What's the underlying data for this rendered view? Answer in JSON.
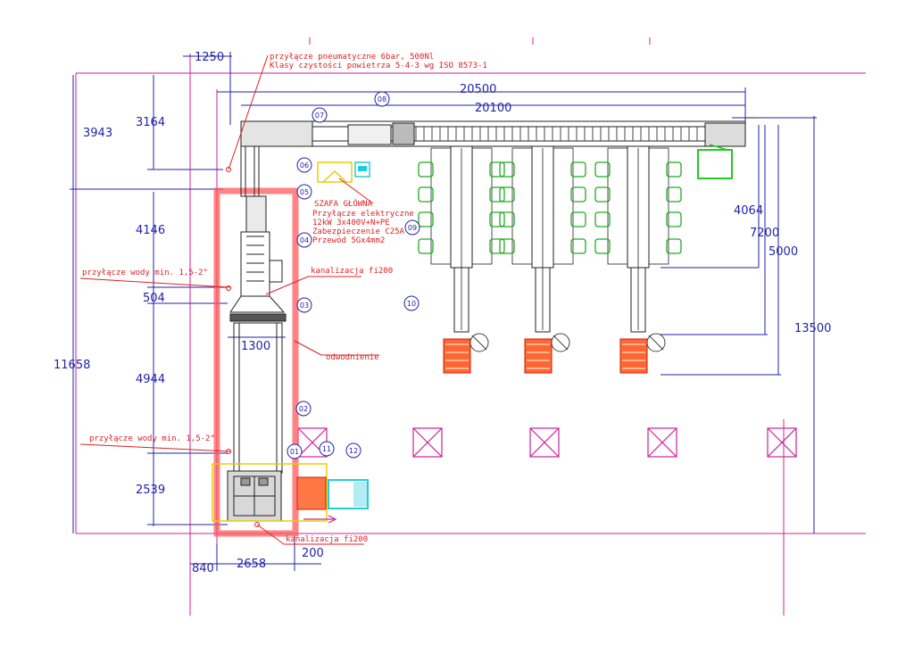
{
  "dimensions": {
    "d1250": "1250",
    "d20500": "20500",
    "d20100": "20100",
    "d3943": "3943",
    "d3164": "3164",
    "d4146": "4146",
    "d504": "504",
    "d11658": "11658",
    "d4944": "4944",
    "d2539": "2539",
    "d1300": "1300",
    "d840": "840",
    "d2658": "2658",
    "d200": "200",
    "d4064": "4064",
    "d7200": "7200",
    "d5000": "5000",
    "d13500": "13500"
  },
  "annotations": {
    "pneumatic_1": "przyłącze pneumatyczne 6bar, 500Nl",
    "pneumatic_2": "Klasy czystości powietrza 5-4-3 wg ISO 8573-1",
    "cabinet_title": "SZAFA GŁÓWNA",
    "cabinet_l1": "Przyłącze elektryczne",
    "cabinet_l2": "12kW   3x400V+N+PE",
    "cabinet_l3": "Zabezpieczenie C25A",
    "cabinet_l4": "Przewód 5Gx4mm2",
    "water_1": "przyłącze wody min. 1,5-2\"",
    "water_2": "przyłącze wody min. 1,5-2\"",
    "sewer_1": "kanalizacja fi200",
    "sewer_2": "kanalizacja fi200",
    "drainage": "odwodnienie"
  },
  "markers": [
    "01",
    "02",
    "03",
    "04",
    "05",
    "06",
    "07",
    "08",
    "09",
    "10",
    "11",
    "12"
  ],
  "colors": {
    "dimension": "#2222aa",
    "annotation": "#e02020",
    "grid": "#cc2299",
    "equipment": "#222222",
    "robot": "#22aa22",
    "pallet": "#ff3300",
    "yellow": "#e8d000",
    "cyan": "#22ccdd"
  }
}
